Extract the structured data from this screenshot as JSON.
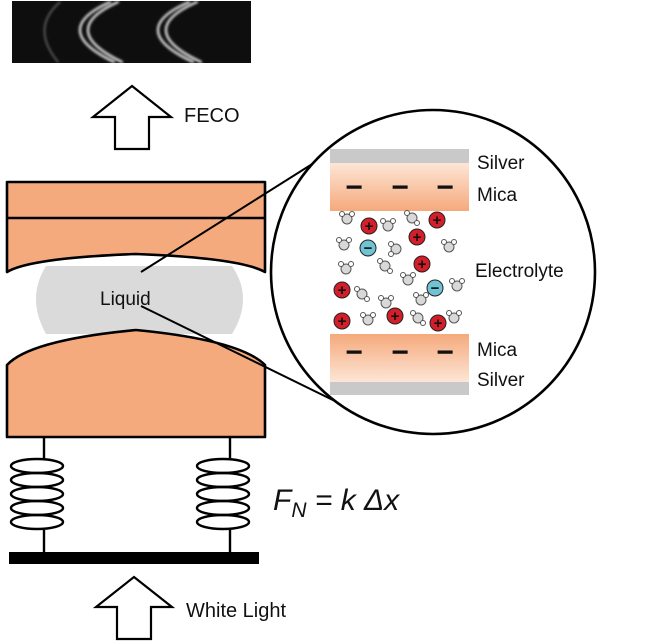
{
  "labels": {
    "feco": "FECO",
    "white_light": "White Light",
    "liquid": "Liquid",
    "silver_top": "Silver",
    "mica_top": "Mica",
    "electrolyte": "Electrolyte",
    "mica_bottom": "Mica",
    "silver_bottom": "Silver"
  },
  "formula": {
    "F": "F",
    "sub": "N",
    "rest": " = k Δx"
  },
  "symbols": {
    "cation": "+",
    "anion": "−",
    "surface_charge": "−"
  },
  "colors": {
    "disk_fill": "#f5aa7e",
    "disk_stroke": "#000000",
    "liquid_fill": "#dadada",
    "silver": "#c9c9c9",
    "mica_gradient_top": "#f5a97c",
    "mica_gradient_bottom": "#fde6d6",
    "cation": "#d41f2b",
    "anion": "#6fc3d3",
    "water_oxygen": "#d8d8d8",
    "spectrum_background": "#0e0e0e",
    "spectrum_fringe": "#f2f2f2"
  }
}
